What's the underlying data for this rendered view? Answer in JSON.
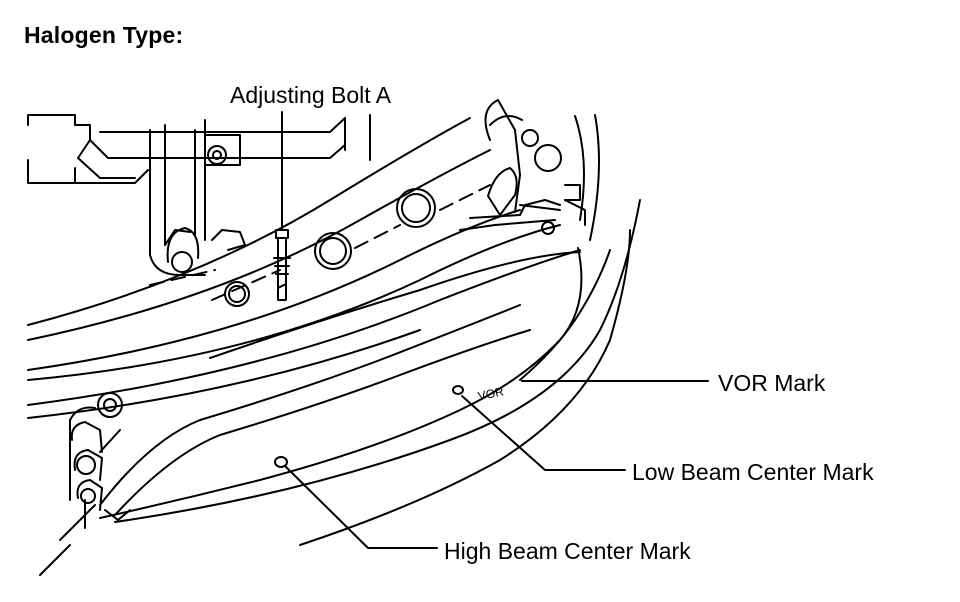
{
  "heading": "Halogen Type:",
  "callouts": {
    "adjusting_bolt": "Adjusting Bolt A",
    "vor_mark": "VOR Mark",
    "low_beam_center": "Low Beam Center Mark",
    "high_beam_center": "High Beam Center Mark"
  },
  "part_marking": "VOR"
}
